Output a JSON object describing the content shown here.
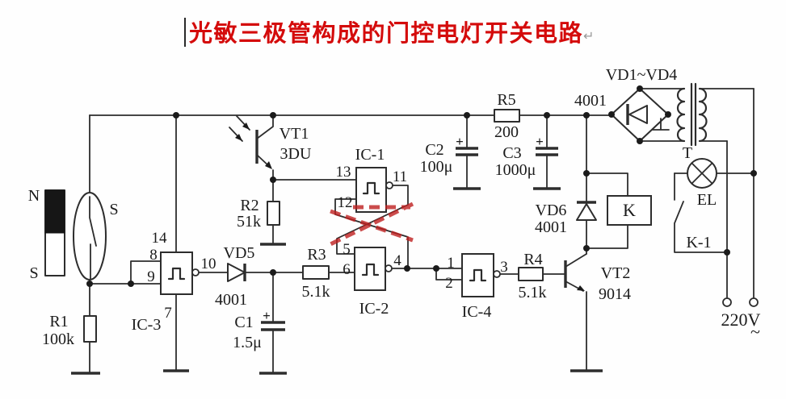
{
  "colors": {
    "title-red": "#d40b0b",
    "watermark-red": "#bf2020",
    "ink": "#2d2d2d"
  },
  "title": {
    "text": "光敏三极管构成的门控电灯开关电路",
    "paragraph_mark": "↵"
  },
  "power": {
    "mains": "220V",
    "ac": "~"
  },
  "components": {
    "magnet": {
      "n": "N",
      "s": "S"
    },
    "reed": {
      "label": "S"
    },
    "r1": {
      "ref": "R1",
      "value": "100k"
    },
    "r2": {
      "ref": "R2",
      "value": "51k"
    },
    "r3": {
      "ref": "R3",
      "value": "5.1k"
    },
    "r4": {
      "ref": "R4",
      "value": "5.1k"
    },
    "r5": {
      "ref": "R5",
      "value": "200"
    },
    "c1": {
      "ref": "C1",
      "value": "1.5μ",
      "plus": "+"
    },
    "c2": {
      "ref": "C2",
      "value": "100μ",
      "plus": "+"
    },
    "c3": {
      "ref": "C3",
      "value": "1000μ",
      "plus": "+"
    },
    "vd5": {
      "ref": "VD5",
      "value": "4001"
    },
    "vd6": {
      "ref": "VD6",
      "value": "4001"
    },
    "bridge": {
      "ref": "VD1~VD4",
      "value": "4001"
    },
    "vt1": {
      "ref": "VT1",
      "value": "3DU"
    },
    "vt2": {
      "ref": "VT2",
      "value": "9014"
    },
    "ic1": {
      "ref": "IC-1",
      "pins": {
        "p13": "13",
        "p12": "12",
        "p11": "11"
      }
    },
    "ic2": {
      "ref": "IC-2",
      "pins": {
        "p5": "5",
        "p6": "6",
        "p4": "4"
      }
    },
    "ic3": {
      "ref": "IC-3",
      "pins": {
        "p14": "14",
        "p8": "8",
        "p9": "9",
        "p10": "10",
        "p7": "7"
      }
    },
    "ic4": {
      "ref": "IC-4",
      "pins": {
        "p1": "1",
        "p2": "2",
        "p3": "3"
      }
    },
    "relay": {
      "ref": "K"
    },
    "relay_contact": {
      "ref": "K-1"
    },
    "transformer": {
      "ref": "T"
    },
    "lamp": {
      "ref": "EL"
    }
  }
}
